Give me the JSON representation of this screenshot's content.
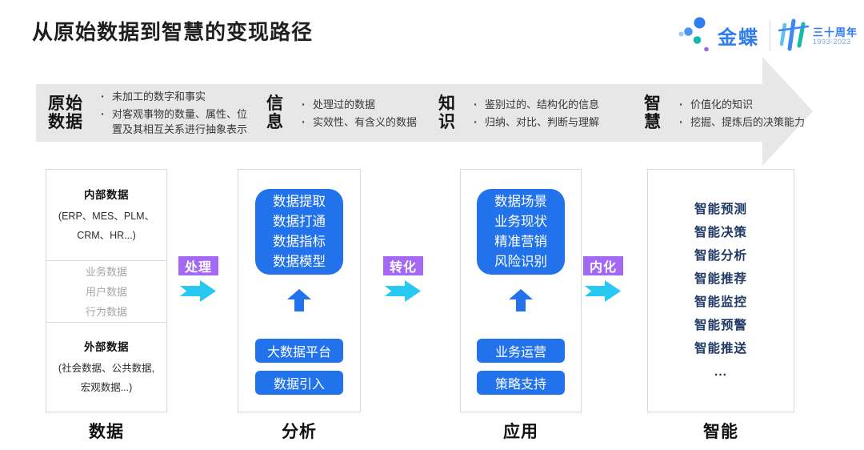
{
  "title": "从原始数据到智慧的变现路径",
  "logo": {
    "brand": "金蝶",
    "anniversary": "三十周年",
    "years": "1993-2023"
  },
  "banner": {
    "stages": [
      {
        "name_lines": [
          "原始",
          "数据"
        ],
        "points": [
          "未加工的数字和事实",
          "对客观事物的数量、属性、位置及其相互关系进行抽象表示"
        ]
      },
      {
        "name_lines": [
          "信",
          "息"
        ],
        "points": [
          "处理过的数据",
          "实效性、有含义的数据"
        ]
      },
      {
        "name_lines": [
          "知",
          "识"
        ],
        "points": [
          "鉴别过的、结构化的信息",
          "归纳、对比、判断与理解"
        ]
      },
      {
        "name_lines": [
          "智",
          "慧"
        ],
        "points": [
          "价值化的知识",
          "挖掘、提炼后的决策能力"
        ]
      }
    ]
  },
  "flow_labels": [
    "处理",
    "转化",
    "内化"
  ],
  "columns": {
    "data": {
      "footer": "数据",
      "internal": {
        "title": "内部数据",
        "lines": [
          "(ERP、MES、PLM、",
          "CRM、HR...)"
        ]
      },
      "middle": [
        "业务数据",
        "用户数据",
        "行为数据"
      ],
      "external": {
        "title": "外部数据",
        "lines": [
          "(社会数据、公共数据,",
          "宏观数据...)"
        ]
      }
    },
    "analysis": {
      "footer": "分析",
      "card": [
        "数据提取",
        "数据打通",
        "数据指标",
        "数据模型"
      ],
      "buttons": [
        "大数据平台",
        "数据引入"
      ]
    },
    "application": {
      "footer": "应用",
      "card": [
        "数据场景",
        "业务现状",
        "精准营销",
        "风险识别"
      ],
      "buttons": [
        "业务运营",
        "策略支持"
      ]
    },
    "intelligence": {
      "footer": "智能",
      "items": [
        "智能预测",
        "智能决策",
        "智能分析",
        "智能推荐",
        "智能监控",
        "智能预警",
        "智能推送",
        "..."
      ]
    }
  },
  "colors": {
    "blue": "#2273EB",
    "cyan": "#27C8F2",
    "purple": "#A368F5",
    "navy": "#1F3864",
    "banner-gray": "#E7E7E7",
    "border-gray": "#DBDBDB",
    "muted": "#A6A6A6",
    "brand-blue": "#2E7CEE",
    "teal": "#0FB9B1"
  }
}
